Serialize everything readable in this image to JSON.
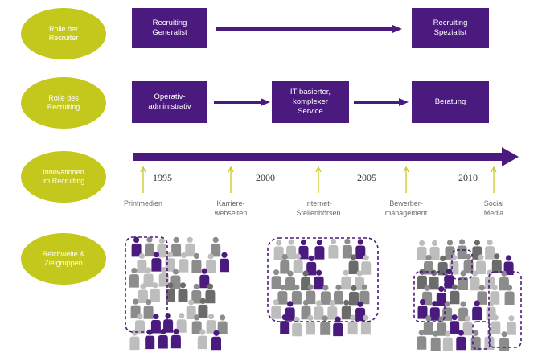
{
  "rows": {
    "rolle_der_recruiter": "Rolle der\nRecruiter",
    "rolle_des_recruiting": "Rolle des\nRecruiting",
    "innovationen": "Innovationen\nim Recruiting",
    "reichweite": "Reichweite &\nZielgruppen"
  },
  "row1": {
    "generalist": "Recruiting\nGeneralist",
    "spezialist": "Recruiting\nSpezialist"
  },
  "row2": {
    "operativ": "Operativ-\nadministrativ",
    "it_service": "IT-basierter,\nkomplexer\nService",
    "beratung": "Beratung"
  },
  "timeline": {
    "years": [
      "1995",
      "2000",
      "2005",
      "2010"
    ],
    "milestones": [
      "Printmedien",
      "Karriere-\nwebseiten",
      "Internet-\nStellenbörsen",
      "Bewerber-\nmanagement",
      "Social\nMedia"
    ]
  },
  "colors": {
    "purple": "#4a1a7e",
    "olive": "#c5c81c",
    "person_grey": "#8c8c8c",
    "person_light": "#bdbdbd"
  }
}
